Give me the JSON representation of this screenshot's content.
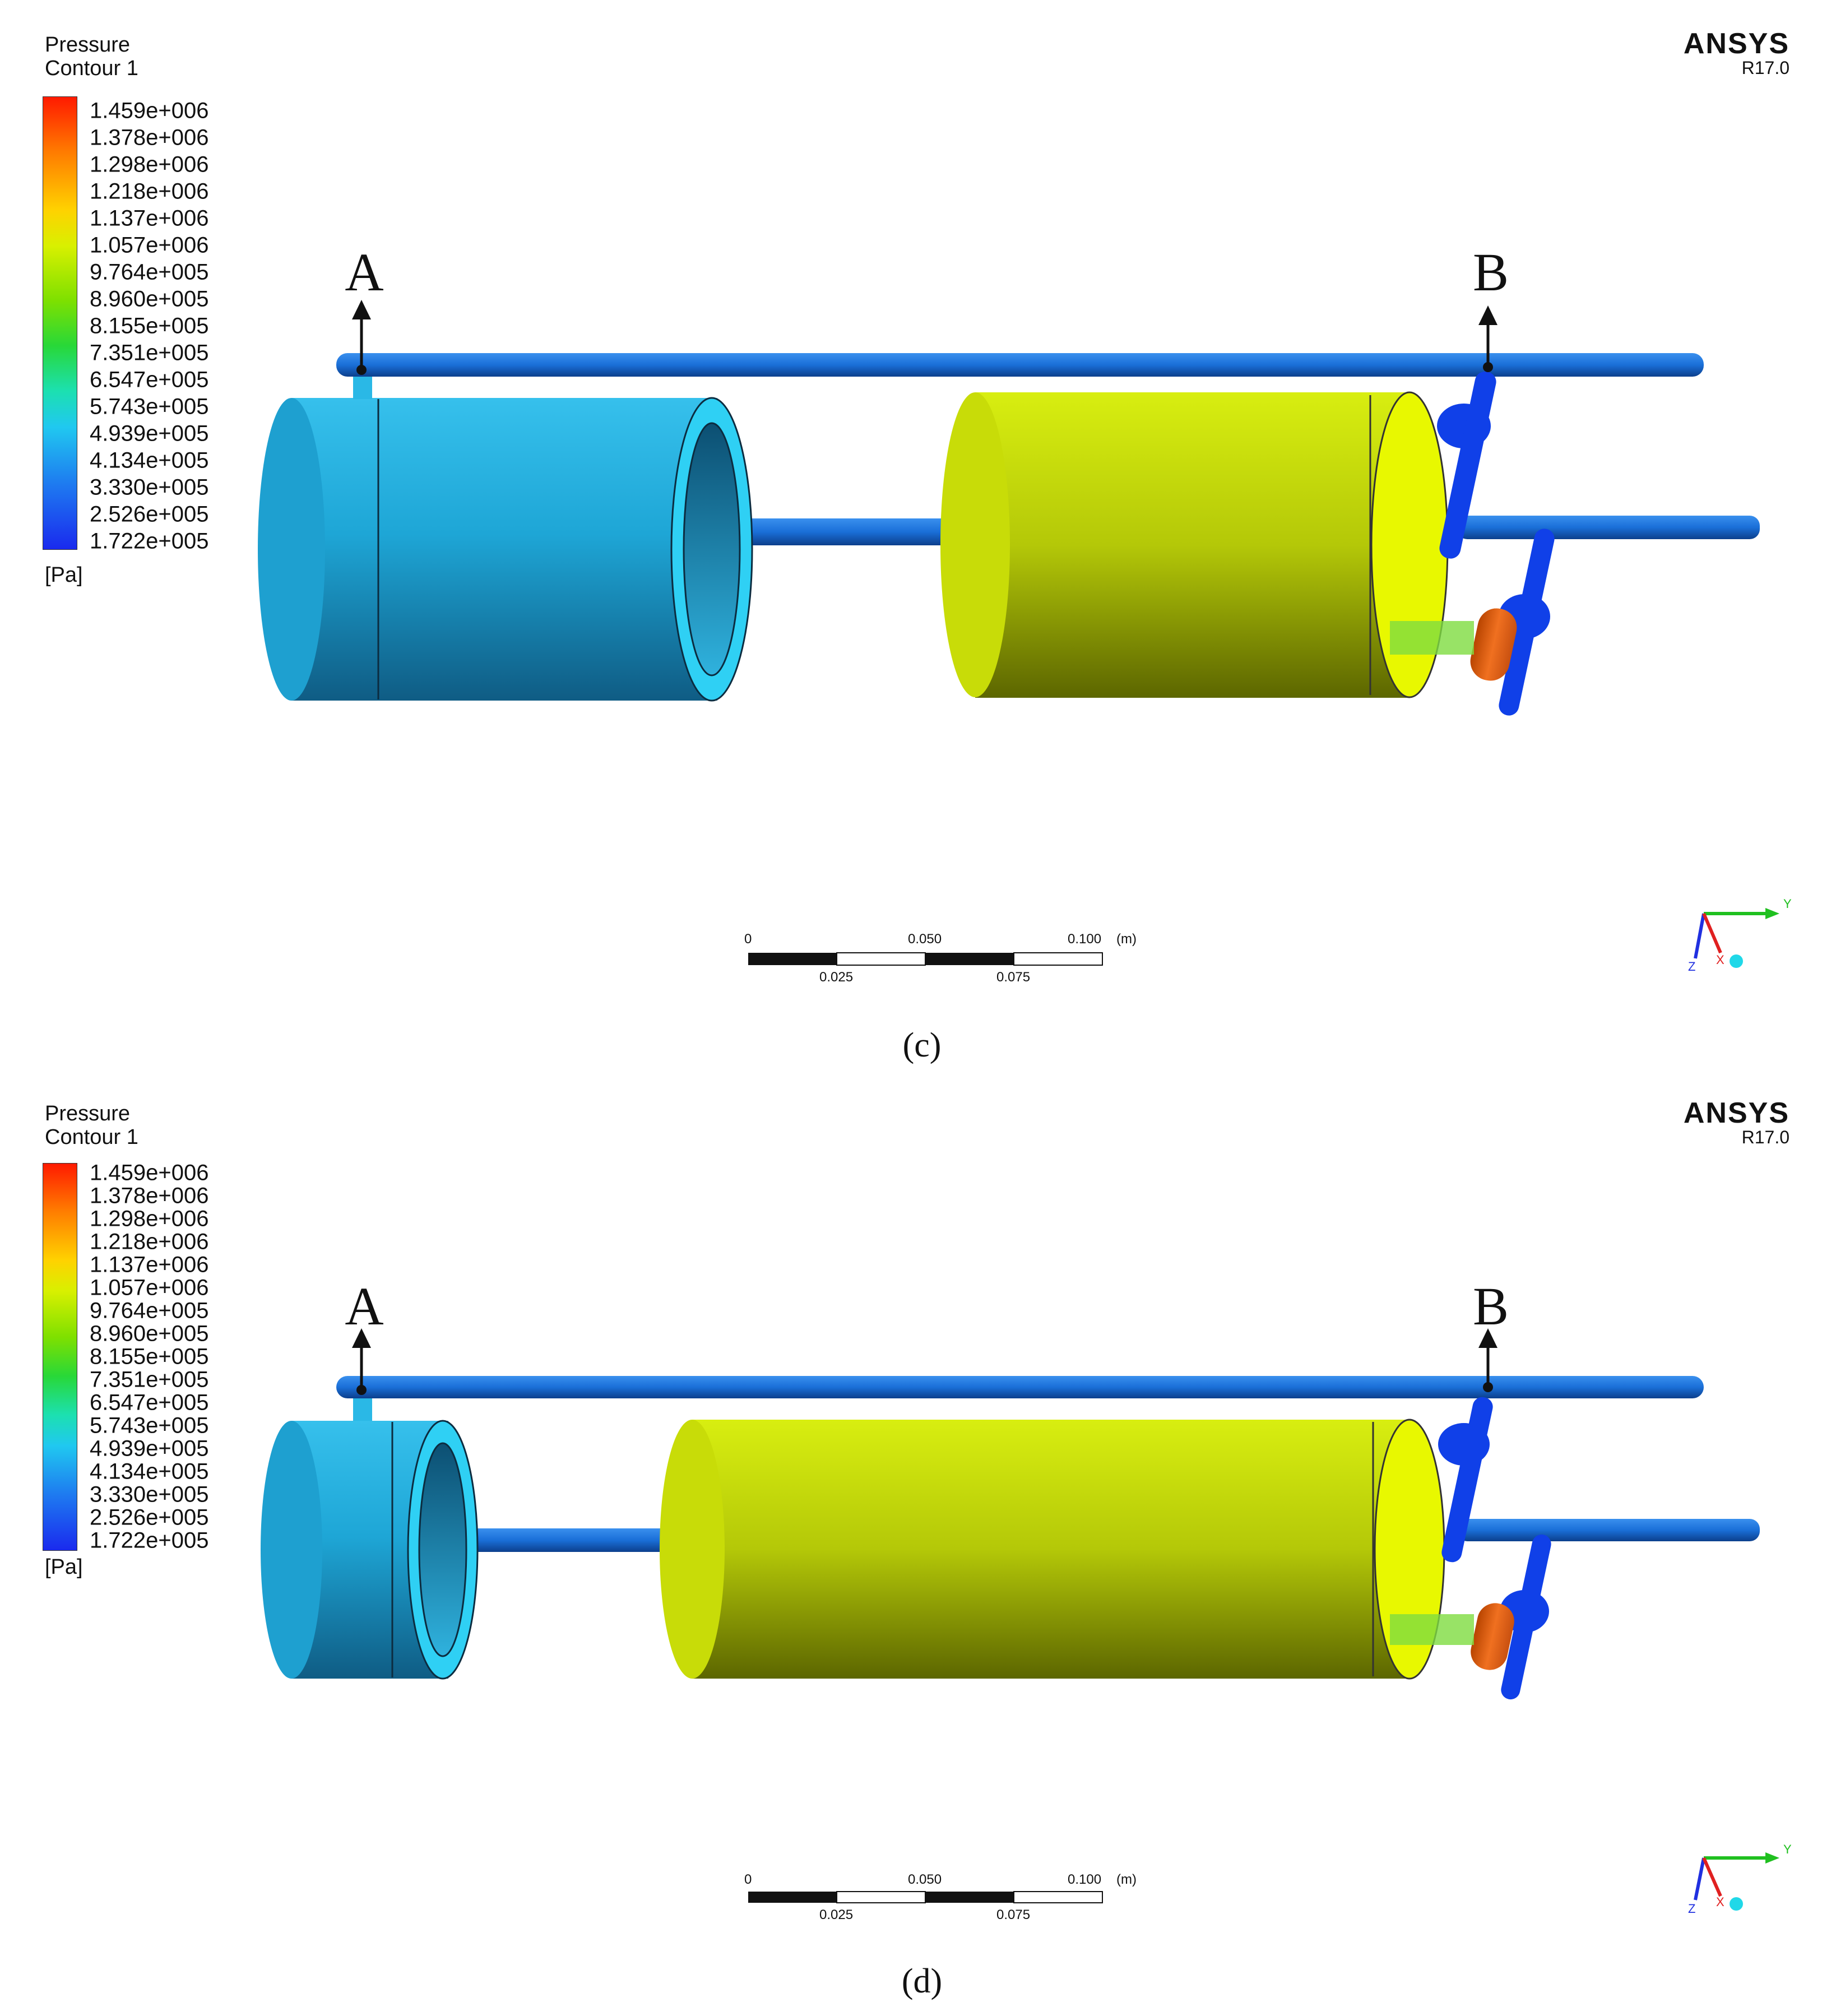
{
  "panels": [
    {
      "id": "c",
      "legend": {
        "title_line1": "Pressure",
        "title_line2": "Contour 1",
        "unit": "[Pa]",
        "ticks": [
          "1.459e+006",
          "1.378e+006",
          "1.298e+006",
          "1.218e+006",
          "1.137e+006",
          "1.057e+006",
          "9.764e+005",
          "8.960e+005",
          "8.155e+005",
          "7.351e+005",
          "6.547e+005",
          "5.743e+005",
          "4.939e+005",
          "4.134e+005",
          "3.330e+005",
          "2.526e+005",
          "1.722e+005"
        ]
      },
      "brand": {
        "name": "ANSYS",
        "version": "R17.0"
      },
      "point_a": "A",
      "point_b": "B",
      "scale": {
        "top_labels": [
          "0",
          "0.050",
          "0.100"
        ],
        "unit": "(m)",
        "bottom_labels": [
          "0.025",
          "0.075"
        ]
      },
      "axes": {
        "y": "Y",
        "z": "Z",
        "x": "X"
      },
      "caption": "(c)"
    },
    {
      "id": "d",
      "legend": {
        "title_line1": "Pressure",
        "title_line2": "Contour 1",
        "unit": "[Pa]",
        "ticks": [
          "1.459e+006",
          "1.378e+006",
          "1.298e+006",
          "1.218e+006",
          "1.137e+006",
          "1.057e+006",
          "9.764e+005",
          "8.960e+005",
          "8.155e+005",
          "7.351e+005",
          "6.547e+005",
          "5.743e+005",
          "4.939e+005",
          "4.134e+005",
          "3.330e+005",
          "2.526e+005",
          "1.722e+005"
        ]
      },
      "brand": {
        "name": "ANSYS",
        "version": "R17.0"
      },
      "point_a": "A",
      "point_b": "B",
      "scale": {
        "top_labels": [
          "0",
          "0.050",
          "0.100"
        ],
        "unit": "(m)",
        "bottom_labels": [
          "0.025",
          "0.075"
        ]
      },
      "axes": {
        "y": "Y",
        "z": "Z",
        "x": "X"
      },
      "caption": "(d)"
    }
  ],
  "colors": {
    "low_pressure_cylinder": "#2ab8e6",
    "high_pressure_cylinder": "#c8e000",
    "pipes": "#1a6fd8",
    "valves": "#1040e8",
    "hot_component": "#e8651a"
  }
}
